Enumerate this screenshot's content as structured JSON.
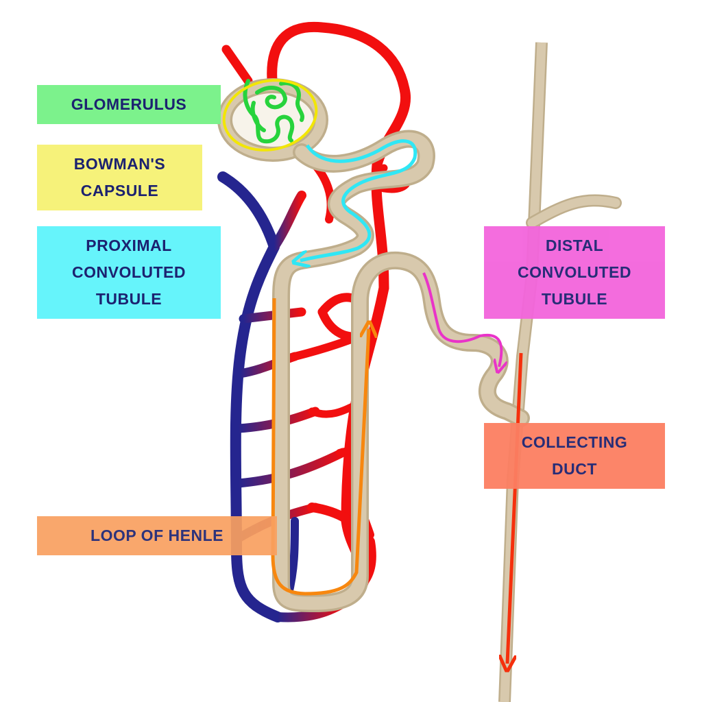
{
  "labels": {
    "glomerulus": "GLOMERULUS",
    "bowmans_capsule": "BOWMAN'S\nCAPSULE",
    "proximal_tubule": "PROXIMAL\nCONVOLUTED\nTUBULE",
    "distal_tubule": "DISTAL\nCONVOLUTED\nTUBULE",
    "collecting_duct": "COLLECTING\nDUCT",
    "loop_of_henle": "LOOP OF HENLE"
  },
  "colors": {
    "glomerulus": "#7cf28c",
    "bowmans_capsule": "#f6f27a",
    "proximal_tubule": "#66f4fb",
    "distal_tubule": "#f365dc",
    "collecting_duct": "#fc7f62",
    "loop_of_henle": "#f9a060",
    "label_text": "#1c2270",
    "artery": "#f20f0f",
    "vein": "#25258f",
    "tubule": "#d4c4a7"
  }
}
